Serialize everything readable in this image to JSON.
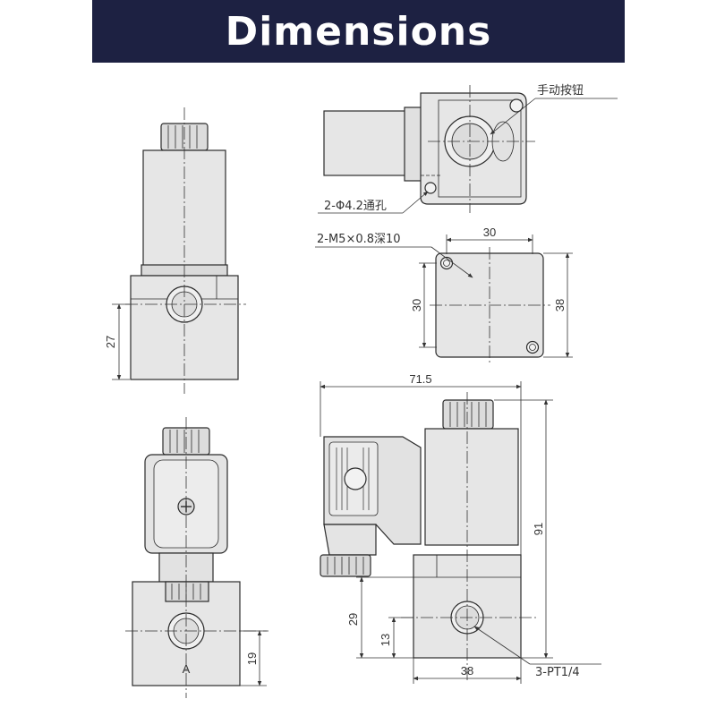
{
  "header": {
    "title": "Dimensions"
  },
  "top_view_labels": {
    "manual_button": "手动按钮",
    "mount_holes": "2-Φ4.2通孔"
  },
  "flange_view_labels": {
    "thread": "2-M5×0.8深10",
    "width": "30",
    "height_inner": "30",
    "height_outer": "38"
  },
  "front_view_labels": {
    "body_height": "27"
  },
  "side_view_labels": {
    "port_offset": "19",
    "port_letter": "A"
  },
  "connector_view_labels": {
    "overall_width": "71.5",
    "overall_height": "91",
    "body_height": "29",
    "port_height": "13",
    "body_width": "38",
    "port_spec": "3-PT1/4"
  },
  "colors": {
    "banner": "#1d2142",
    "part_fill": "#e9e9e9",
    "outline": "#2b2b2b",
    "dim_line": "#333333"
  }
}
